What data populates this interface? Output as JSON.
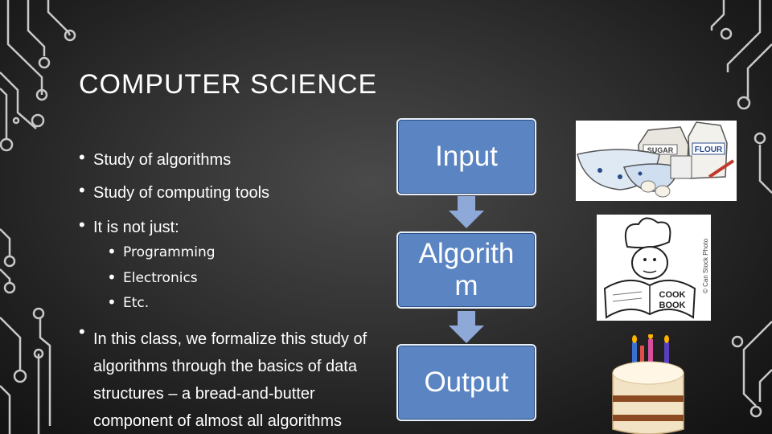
{
  "slide": {
    "title": "COMPUTER SCIENCE",
    "bullets": [
      "Study of algorithms",
      "Study of computing tools",
      "It is not just:"
    ],
    "sub_bullets": [
      "Programming",
      "Electronics",
      "Etc."
    ],
    "paragraph_lines": [
      "In this class, we formalize this study of",
      "algorithms through the basics of data",
      "structures – a bread-and-butter",
      "component of almost all algorithms"
    ],
    "flow": {
      "input_label": "Input",
      "algorithm_line1": "Algorith",
      "algorithm_line2": "m",
      "output_label": "Output"
    },
    "images": {
      "baking": {
        "label_sugar": "SUGAR",
        "label_flour": "FLOUR"
      },
      "chef": {
        "book_line1": "COOK",
        "book_line2": "BOOK",
        "credit": "© Can Stock Photo"
      }
    },
    "colors": {
      "accent_box": "#5b85c2",
      "arrow": "#8ea9d8",
      "circuit": "#c8c8c8"
    }
  }
}
